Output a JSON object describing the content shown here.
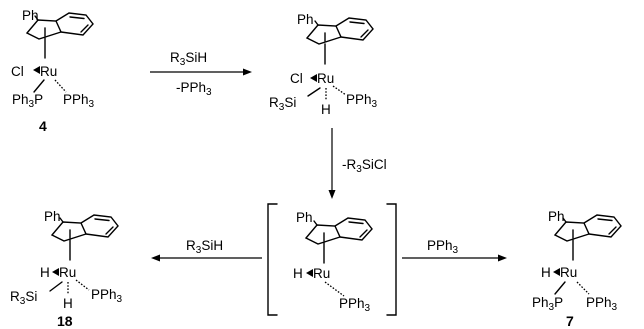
{
  "complexes": {
    "c4": {
      "number": "4",
      "ligands": [
        "Ph",
        "Cl",
        "Ru",
        "Ph3P",
        "PPh3"
      ]
    },
    "int1": {
      "ligands": [
        "Ph",
        "Cl",
        "Ru",
        "R3Si",
        "H",
        "PPh3"
      ]
    },
    "int2": {
      "ligands": [
        "Ph",
        "H",
        "Ru",
        "PPh3"
      ]
    },
    "c18": {
      "number": "18",
      "ligands": [
        "Ph",
        "H",
        "Ru",
        "R3Si",
        "H",
        "PPh3"
      ]
    },
    "c7": {
      "number": "7",
      "ligands": [
        "Ph",
        "H",
        "Ru",
        "Ph3P",
        "PPh3"
      ]
    }
  },
  "arrows": {
    "a1": {
      "above": "R3SiH",
      "below": "-PPh3"
    },
    "a2": {
      "side": "-R3SiCl"
    },
    "a3": {
      "above": "R3SiH"
    },
    "a4": {
      "above": "PPh3"
    }
  }
}
